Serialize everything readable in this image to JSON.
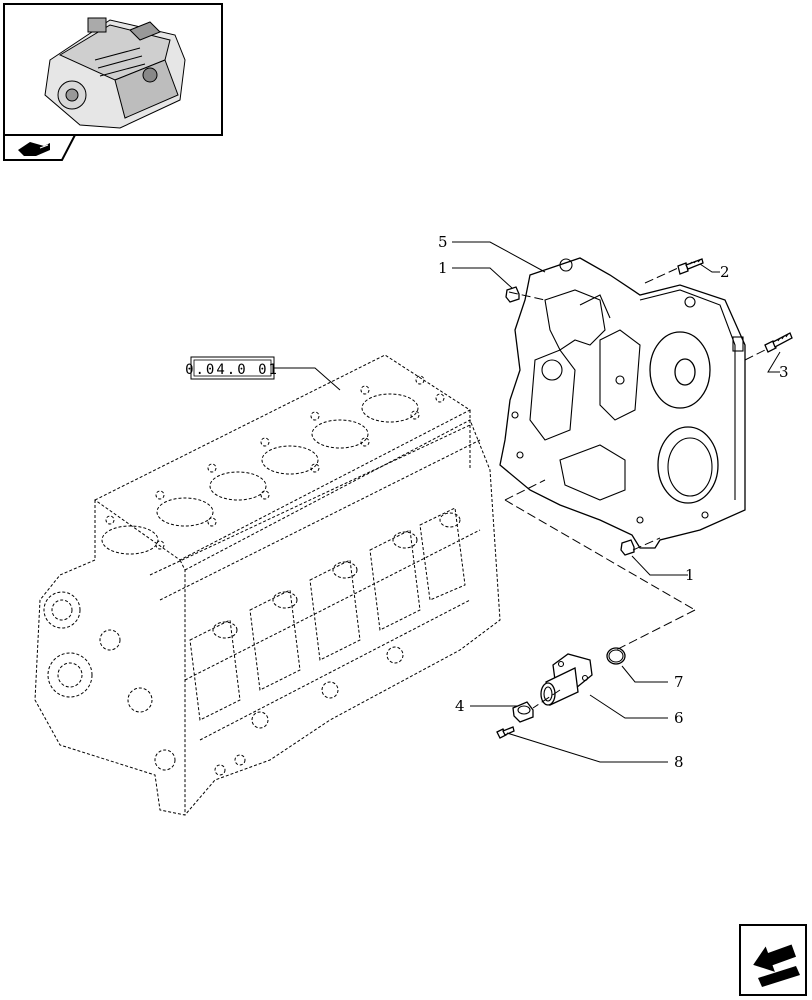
{
  "reference_label": "0.04.0 01",
  "callouts": [
    {
      "id": "c5",
      "label": "5"
    },
    {
      "id": "c1a",
      "label": "1"
    },
    {
      "id": "c2",
      "label": "2"
    },
    {
      "id": "c3",
      "label": "3"
    },
    {
      "id": "c1b",
      "label": "1"
    },
    {
      "id": "c7",
      "label": "7"
    },
    {
      "id": "c4",
      "label": "4"
    },
    {
      "id": "c6",
      "label": "6"
    },
    {
      "id": "c8",
      "label": "8"
    }
  ],
  "icons": {
    "thumbnail": "engine-thumbnail-icon",
    "section_tab": "book-section-icon",
    "nav_corner": "back-arrow-icon"
  }
}
